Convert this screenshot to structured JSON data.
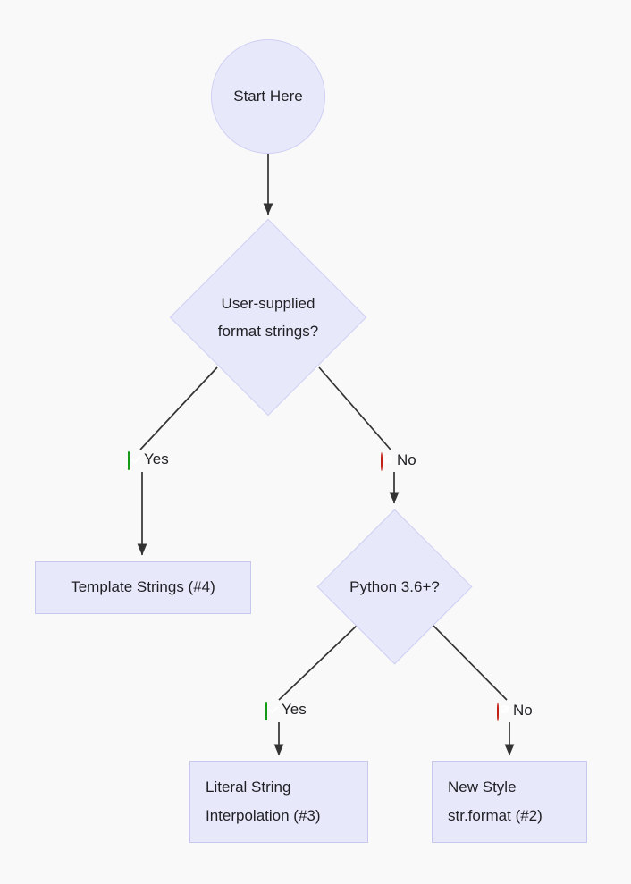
{
  "diagram": {
    "type": "flowchart",
    "title": "Python string formatting decision flowchart",
    "background_color": "#f9f9f9",
    "node_fill_color": "#e8e8fb",
    "node_border_color": "#cfcff4",
    "edge_color": "#333333",
    "text_color": "#1f2024"
  },
  "nodes": {
    "start": {
      "label": "Start Here",
      "shape": "circle"
    },
    "decision_user_format": {
      "label": "User-supplied\nformat strings?",
      "shape": "diamond"
    },
    "template_strings": {
      "label": "Template Strings (#4)",
      "shape": "rect"
    },
    "decision_python_version": {
      "label": "Python 3.6+?",
      "shape": "diamond"
    },
    "literal_string_interpolation": {
      "label": "Literal String\nInterpolation (#3)",
      "shape": "rect"
    },
    "new_style_format": {
      "label": "New Style\nstr.format (#2)",
      "shape": "rect"
    }
  },
  "edge_labels": {
    "user_format_yes": {
      "text": "Yes",
      "icon": "white-check-mark-icon"
    },
    "user_format_no": {
      "text": "No",
      "icon": "prohibited-icon"
    },
    "python_version_yes": {
      "text": "Yes",
      "icon": "white-check-mark-icon"
    },
    "python_version_no": {
      "text": "No",
      "icon": "prohibited-icon"
    }
  }
}
